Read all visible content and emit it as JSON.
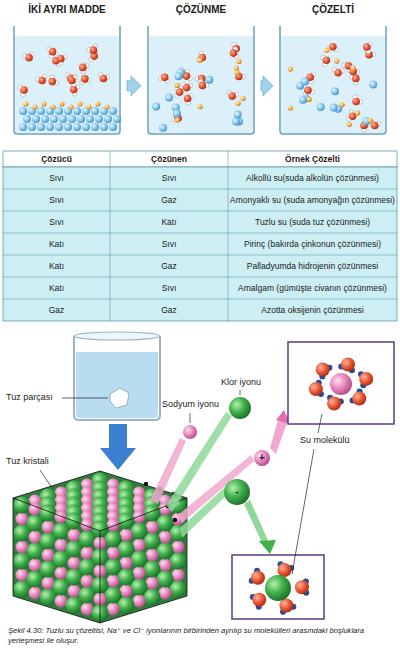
{
  "diagram": {
    "caption": "Şekil 4.30: Tuzlu su çözeltisi, Na⁺ ve Cl⁻ iyonlarının birbirinden ayrılıp su molekülleri arasındaki boşluklara yerleşmesi ile oluşur.",
    "nodes": [
      {
        "text": [
          "İKİ AYRI MADDE"
        ]
      },
      {
        "text": [
          "ÇÖZÜNME"
        ]
      },
      {
        "text": [
          "ÇÖZELTİ"
        ]
      }
    ],
    "edges": [
      {
        "from": 0,
        "to": 1,
        "arrow": "to"
      },
      {
        "from": 1,
        "to": 2,
        "arrow": "to"
      }
    ],
    "labels": [
      "Çözücü",
      "Çözünen",
      "Örnek Çözelti",
      "Sıvı",
      "Sıvı",
      "Alkollü su(suda alkolün çözünmesi)",
      "Sıvı",
      "Gaz",
      "Amonyaklı su (suda amonyağın çözünmesi)",
      "Sıvı",
      "Katı",
      "Tuzlu su (suda tuz çözünmesi)",
      "Katı",
      "Sıvı",
      "Pirinç (bakırda çinkonun çözünmesi)",
      "Katı",
      "Gaz",
      "Palladyumda hidrojenin çözünmesi",
      "Katı",
      "Sıvı",
      "Amalgam (gümüşte civanın çözünmesi)",
      "Gaz",
      "Gaz",
      "Azotta oksijenin çözünmesi",
      "Tuz parçası",
      "Sodyum iyonu",
      "Klor iyonu",
      "+",
      "Tuz kristali",
      "-",
      "Su molekülü"
    ]
  }
}
